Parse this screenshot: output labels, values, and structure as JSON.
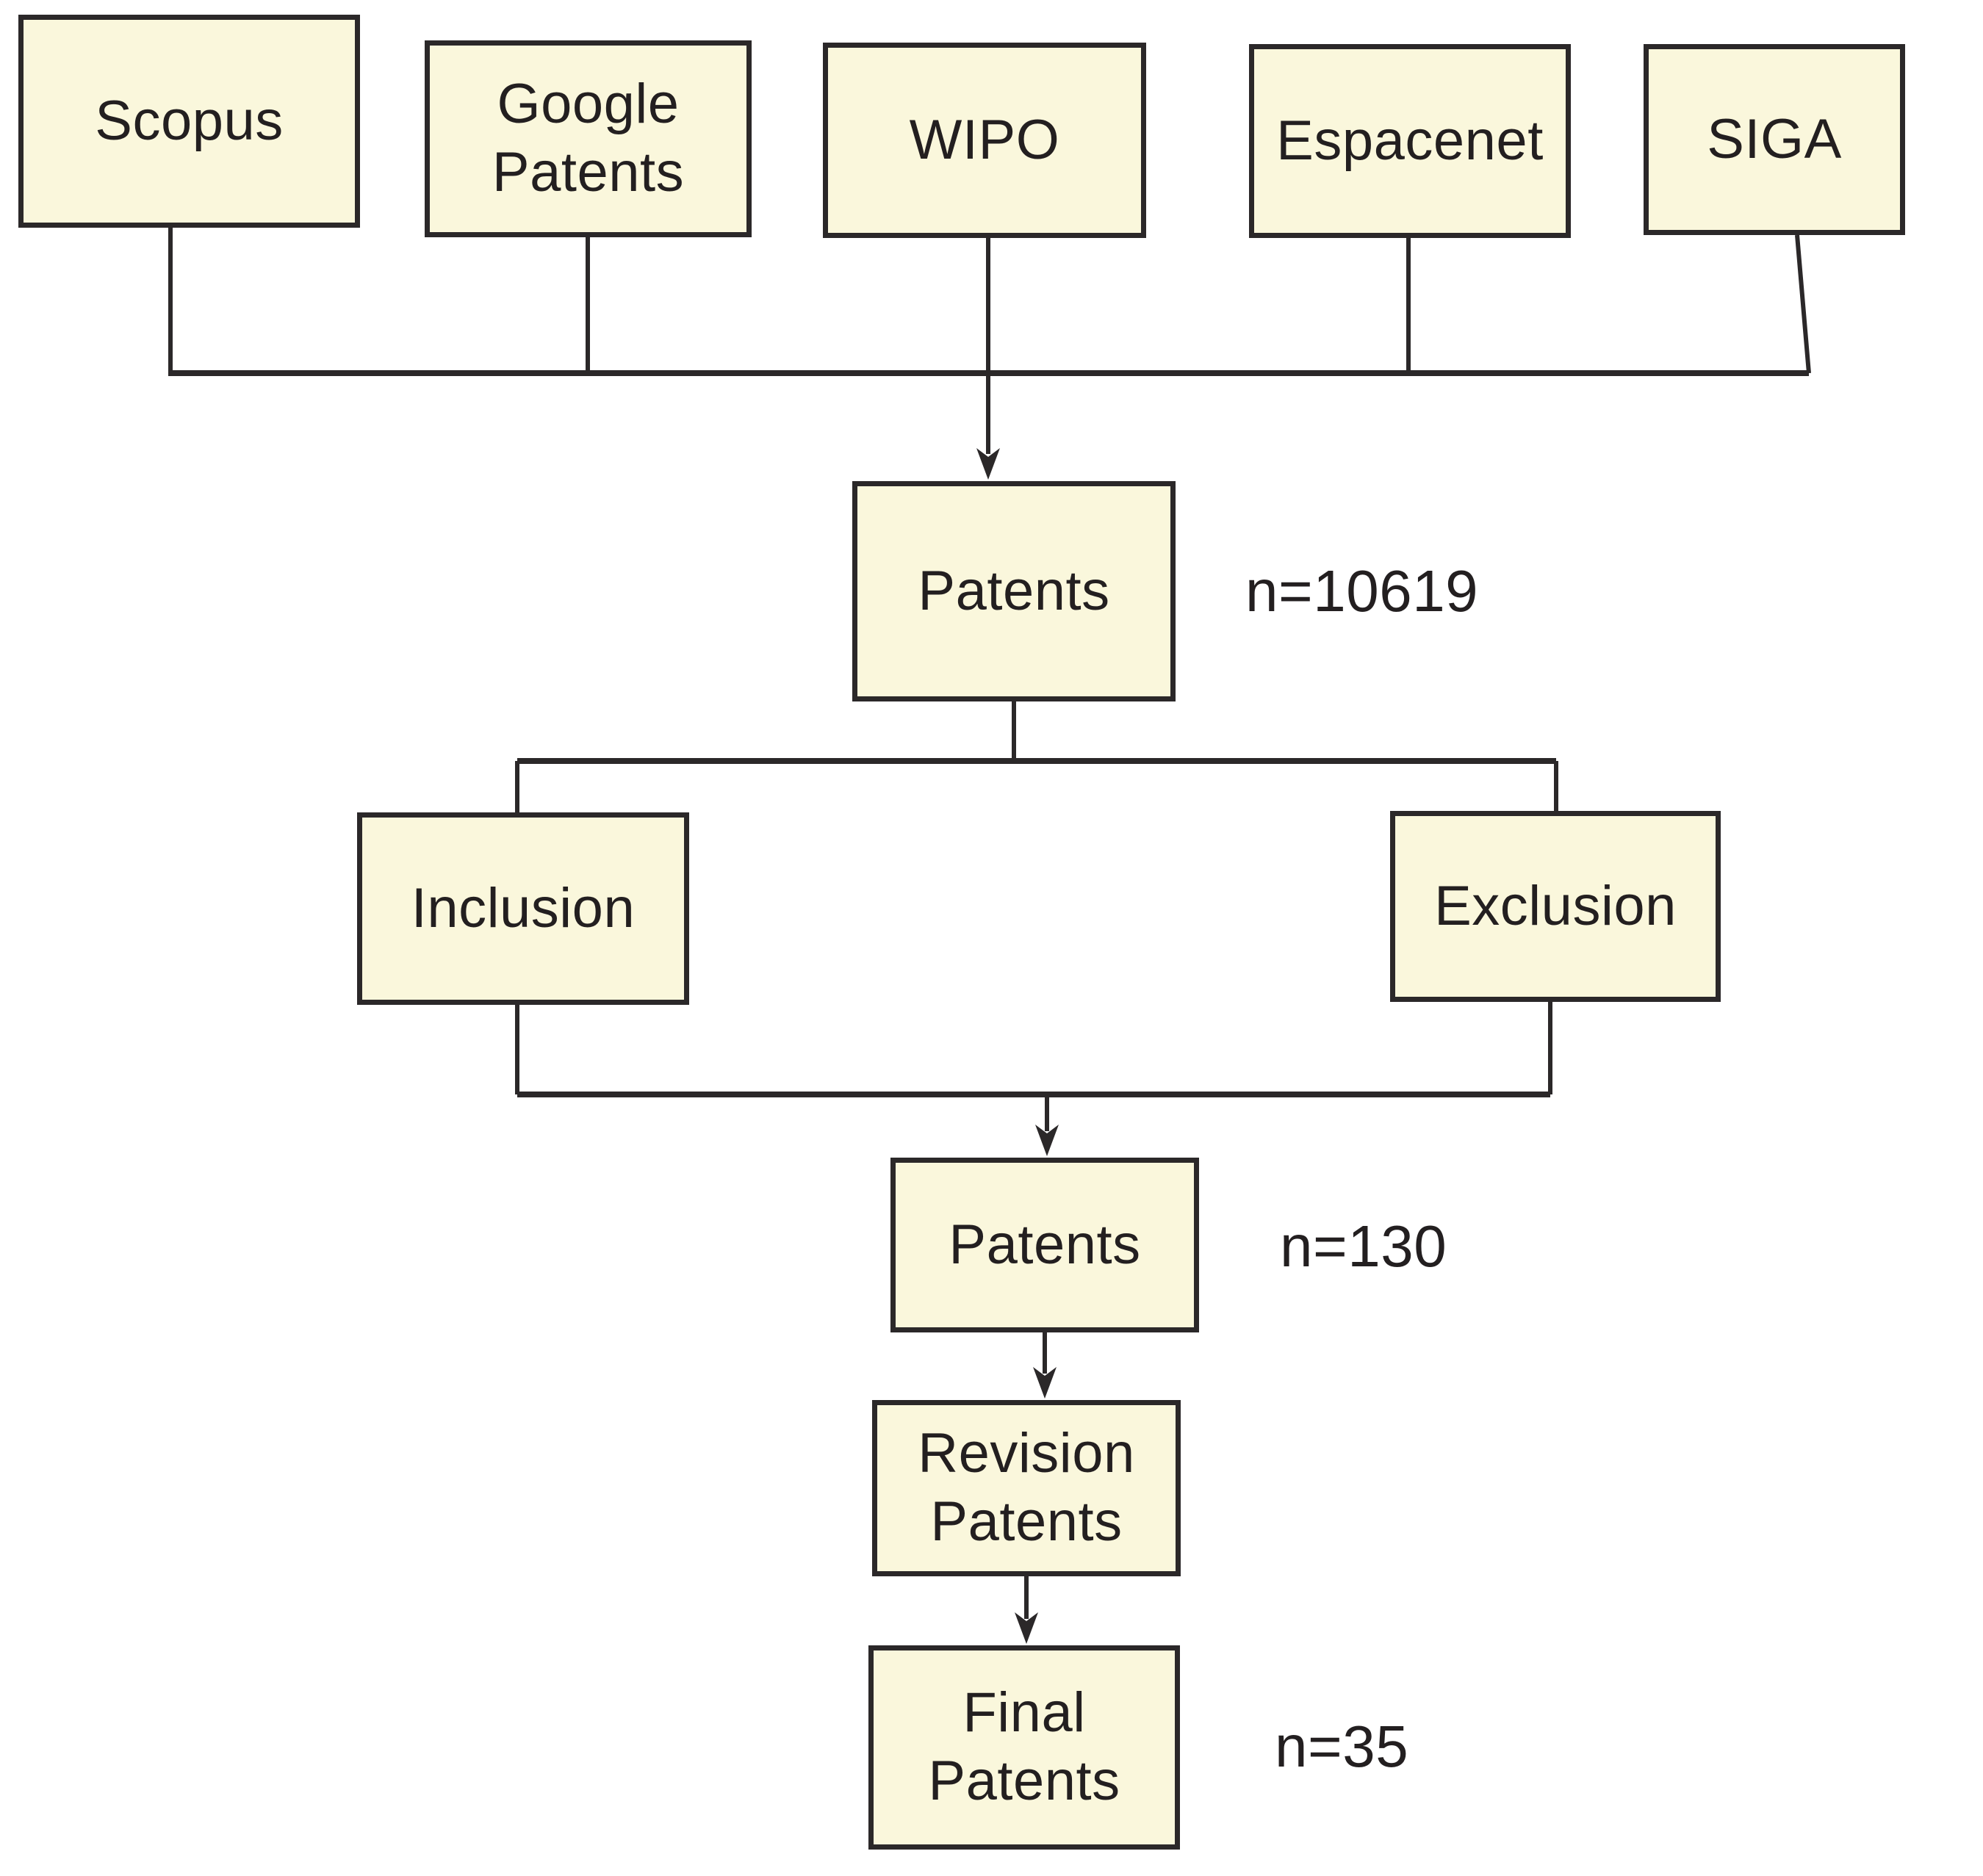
{
  "diagram": {
    "type": "flowchart",
    "colors": {
      "background": "#FFFFFF",
      "box_fill": "#FAF7DC",
      "box_border": "#2B2829",
      "line": "#2B2829",
      "text": "#231F20"
    },
    "source_boxes": [
      {
        "label": "Scopus"
      },
      {
        "label": "Google\nPatents"
      },
      {
        "label": "WIPO"
      },
      {
        "label": "Espacenet"
      },
      {
        "label": "SIGA"
      }
    ],
    "nodes": {
      "patents_initial": {
        "label": "Patents",
        "count": "n=10619"
      },
      "inclusion": {
        "label": "Inclusion"
      },
      "exclusion": {
        "label": "Exclusion"
      },
      "patents_filtered": {
        "label": "Patents",
        "count": "n=130"
      },
      "revision_patents": {
        "label": "Revision\nPatents"
      },
      "final_patents": {
        "label": "Final\nPatents",
        "count": "n=35"
      }
    }
  }
}
